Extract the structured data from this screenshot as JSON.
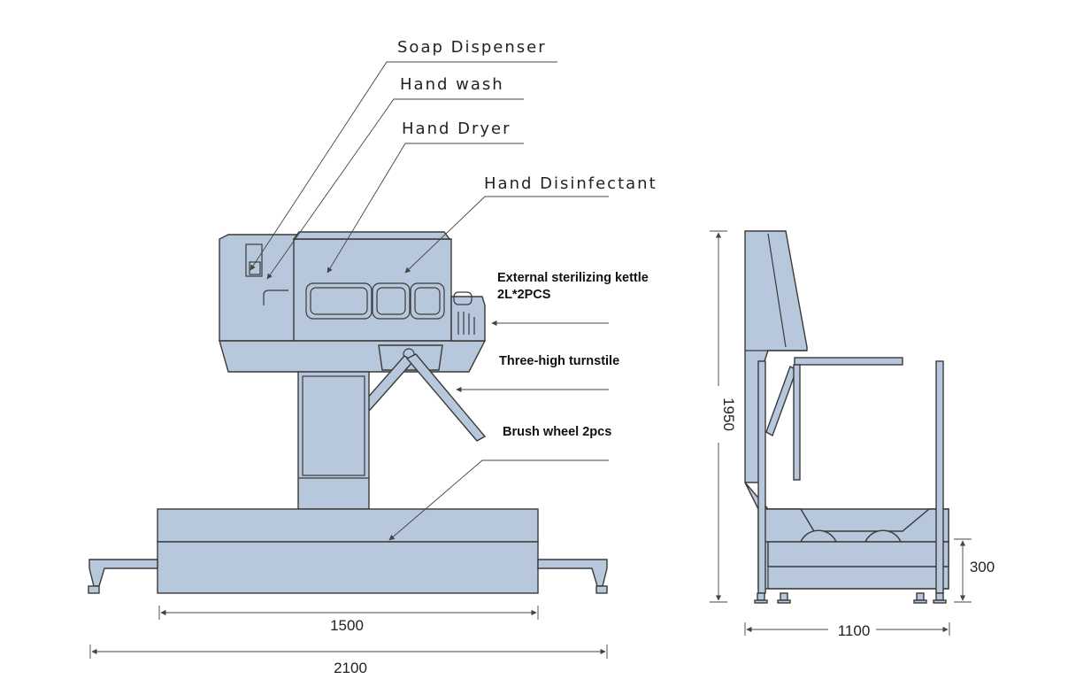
{
  "labels": {
    "soap_dispenser": "Soap Dispenser",
    "hand_wash": "Hand wash",
    "hand_dryer": "Hand Dryer",
    "hand_disinfectant": "Hand Disinfectant",
    "kettle_line1": "External sterilizing kettle",
    "kettle_line2": "2L*2PCS",
    "turnstile": "Three-high turnstile",
    "brush_wheel": "Brush wheel 2pcs"
  },
  "dimensions": {
    "base_width": "1500",
    "total_width": "2100",
    "height": "1950",
    "side_width": "1100",
    "brush_height": "300"
  },
  "colors": {
    "body": "#b8c8dc",
    "outline": "#3a3a3a"
  }
}
